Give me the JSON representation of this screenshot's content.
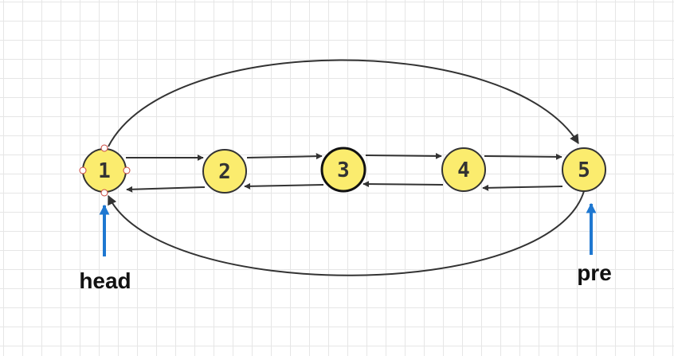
{
  "nodes": [
    {
      "id": "1",
      "label": "1"
    },
    {
      "id": "2",
      "label": "2"
    },
    {
      "id": "3",
      "label": "3"
    },
    {
      "id": "4",
      "label": "4"
    },
    {
      "id": "5",
      "label": "5"
    }
  ],
  "pointers": {
    "head": {
      "label": "head",
      "target": "1"
    },
    "pre": {
      "label": "pre",
      "target": "5"
    }
  },
  "colors": {
    "node_fill": "#fbec6e",
    "node_stroke": "#333333",
    "edge": "#333333",
    "pointer_arrow": "#1f78d1",
    "handle_fill": "#ffffff",
    "handle_stroke": "#c8453c"
  }
}
